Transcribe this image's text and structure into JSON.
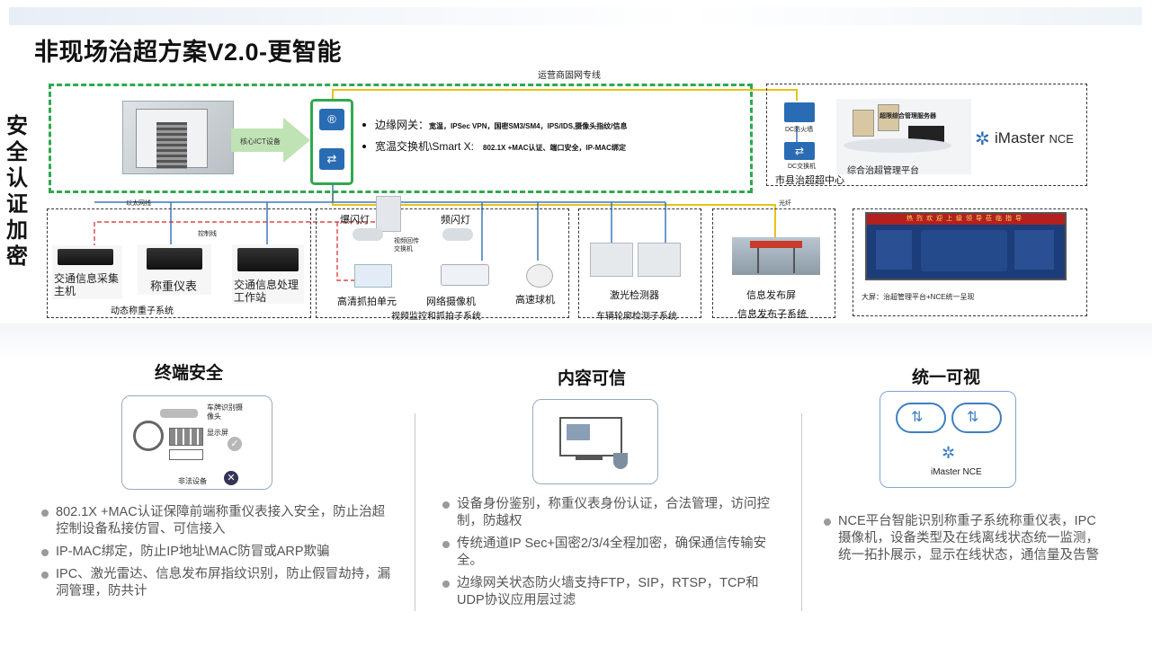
{
  "title": "非现场治超方案V2.0-更智能",
  "side_label": [
    "安",
    "全",
    "认",
    "证",
    "加",
    "密"
  ],
  "diagram": {
    "carrier_line": "运营商固网专线",
    "core_ict": "核心ICT设备",
    "gateway_label": "边缘网关：",
    "gateway_detail": "宽温，IPSec  VPN，国密SM3/SM4，IPS/IDS,摄像头指纹/信息",
    "switch_label": "宽温交换机\\Smart  X:",
    "switch_detail": "802.1X +MAC认证、端口安全，IP-MAC绑定",
    "dc_firewall": "DC防火墙",
    "dc_switch": "DC交换机",
    "city_center": "市县治超超中心",
    "platform_server": "超限综合管理服务器",
    "platform": "综合治超管理平台",
    "imaster": "iMaster",
    "nce": "NCE",
    "ethernet": "以太网线",
    "control_line": "控制线",
    "fiber": "光纤",
    "traffic_host": "交通信息采集主机",
    "scale": "称重仪表",
    "workstation": "交通信息处理工作站",
    "weigh_subsystem": "动态称重子系统",
    "flash": "爆闪灯",
    "strobe": "频闪灯",
    "video_switch": "视频回传交换机",
    "hd_capture": "高清抓拍单元",
    "ipc": "网络摄像机",
    "dome": "高速球机",
    "video_subsystem": "视频监控和抓拍子系统",
    "laser": "激光检测器",
    "contour_subsystem": "车辆轮廓检测子系统",
    "info_screen": "信息发布屏",
    "info_subsystem": "信息发布子系统",
    "big_screen": "大屏：治超管理平台+NCE统一呈现",
    "screen_header": "热烈欢迎上级领导莅临指导"
  },
  "sections": [
    {
      "title": "终端安全",
      "icon_labels": [
        "车牌识别摄像头",
        "显示屏",
        "非法设备"
      ],
      "items": [
        "802.1X  +MAC认证保障前端称重仪表接入安全，防止治超控制设备私接仿冒、可信接入",
        "IP-MAC绑定，防止IP地址\\MAC防冒或ARP欺骗",
        "IPC、激光雷达、信息发布屏指纹识别，防止假冒劫持，漏洞管理，防共计"
      ]
    },
    {
      "title": "内容可信",
      "items": [
        "设备身份鉴别，称重仪表身份认证，合法管理，访问控制，防越权",
        "传统通道IP Sec+国密2/3/4全程加密，确保通信传输安全。",
        "边缘网关状态防火墙支持FTP，SIP，RTSP，TCP和UDP协议应用层过滤"
      ]
    },
    {
      "title": "统一可视",
      "icon_label": "iMaster NCE",
      "items": [
        "NCE平台智能识别称重子系统称重仪表，IPC摄像机，设备类型及在线离线状态统一监测，统一拓扑展示，显示在线状态，通信量及告警"
      ]
    }
  ],
  "colors": {
    "green": "#2fa84f",
    "yellow_line": "#e8c21a",
    "blue_line": "#3a78b8",
    "red_line": "#d22"
  }
}
